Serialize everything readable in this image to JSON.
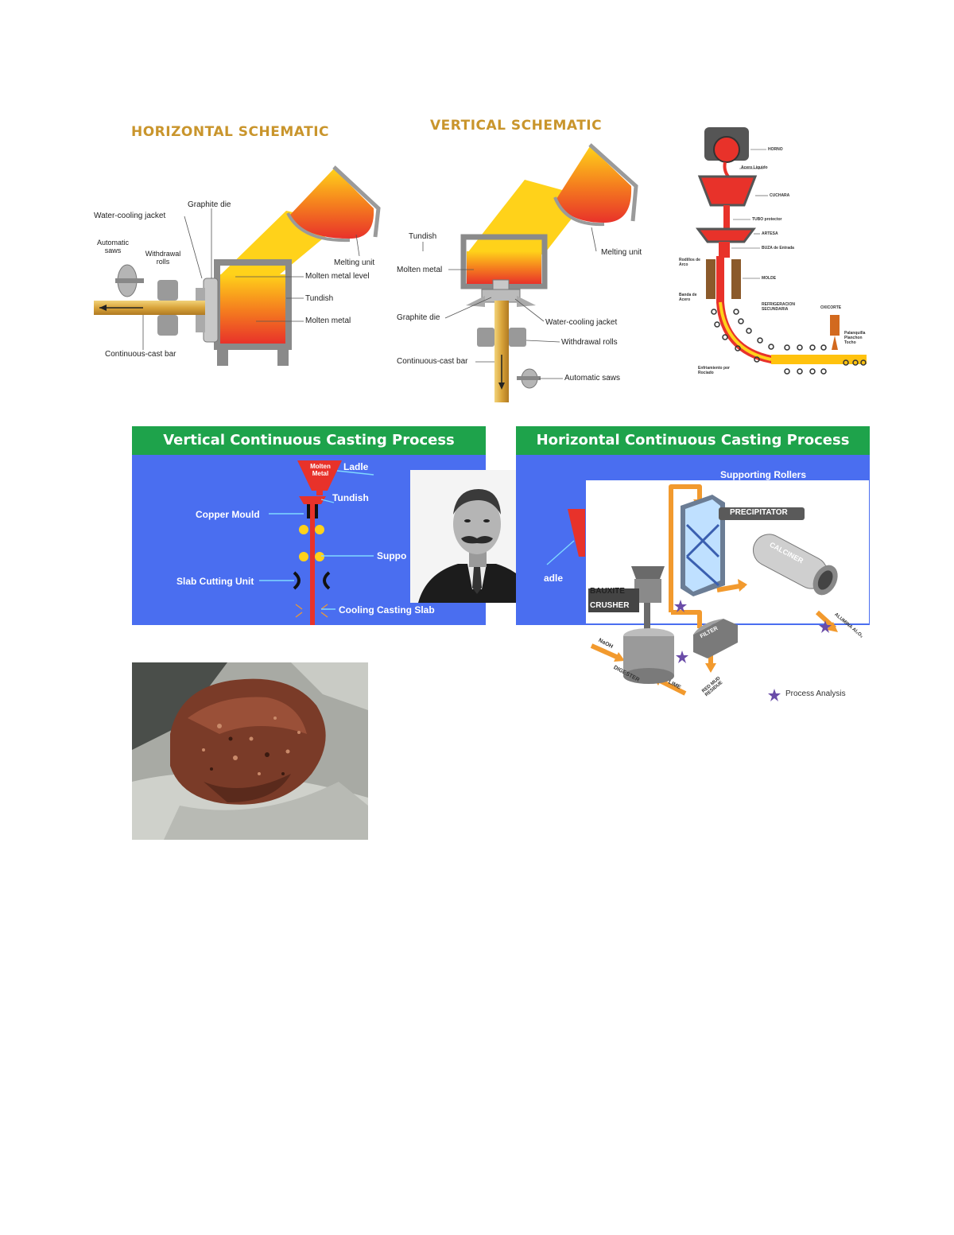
{
  "horizontal_schematic": {
    "title": "HORIZONTAL SCHEMATIC",
    "labels": {
      "graphite_die": "Graphite die",
      "water_jacket": "Water-cooling jacket",
      "automatic_saws": "Automatic saws",
      "withdrawal_rolls": "Withdrawal rolls",
      "melting_unit": "Melting unit",
      "molten_level": "Molten metal level",
      "tundish": "Tundish",
      "molten_metal": "Molten metal",
      "cast_bar": "Continuous-cast bar"
    }
  },
  "vertical_schematic": {
    "title": "VERTICAL SCHEMATIC",
    "labels": {
      "tundish": "Tundish",
      "melting_unit": "Melting unit",
      "molten_metal": "Molten metal",
      "graphite_die": "Graphite die",
      "water_jacket": "Water-cooling jacket",
      "withdrawal_rolls": "Withdrawal rolls",
      "cast_bar": "Continuous-cast bar",
      "automatic_saws": "Automatic saws"
    }
  },
  "spanish_diagram": {
    "labels": {
      "horno": "HORNO",
      "acero": "Acero Liquido",
      "cuchara": "CUCHARA",
      "tubo": "TUBO protector",
      "artesa": "ARTESA",
      "buza": "BUZA de Entrada",
      "molde": "MOLDE",
      "rodillos": "Rodillos de Arco",
      "refrigeracion": "REFRIGERACION SECUNDARIA",
      "oxicorte": "OXICORTE",
      "salida": "Palanquilla Planchon Tocho",
      "enfriamiento": "Enfriamiento por Rociado",
      "banda": "Banda de Acero"
    }
  },
  "vertical_process": {
    "title": "Vertical Continuous Casting Process",
    "labels": {
      "molten_metal": "Molten Metal",
      "ladle": "Ladle",
      "tundish": "Tundish",
      "copper_mould": "Copper Mould",
      "supporting": "Suppo",
      "slab_cutting": "Slab Cutting Unit",
      "cooling_slab": "Cooling Casting Slab"
    }
  },
  "horizontal_process": {
    "title": "Horizontal Continuous Casting Process",
    "labels": {
      "supporting_rollers": "Supporting Rollers",
      "ladle": "adle"
    }
  },
  "bayer_process": {
    "labels": {
      "precipitator": "PRECIPITATOR",
      "calciner": "CALCINER",
      "bauxite": "BAUXITE",
      "crusher": "CRUSHER",
      "filter": "FILTER",
      "digester": "DIGESTER",
      "naoh": "NaOH",
      "lime": "LIME",
      "red_mud": "RED MUD RESIDUE",
      "alumina": "ALUMINA Al₂O₃",
      "legend": "Process Analysis"
    }
  },
  "colors": {
    "title_gold": "#c9952c",
    "bar_green": "#1ea34b",
    "panel_blue": "#4a6ef0",
    "molten_red": "#e8322a",
    "molten_yellow": "#ffd21a",
    "flow_orange": "#f29a2e",
    "star_purple": "#6a4ca8"
  }
}
